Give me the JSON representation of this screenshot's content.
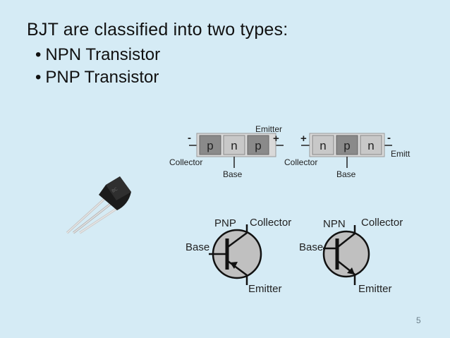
{
  "slide": {
    "heading": "BJT are classified into two types:",
    "bullets": [
      "NPN Transistor",
      "PNP Transistor"
    ],
    "page_number": "5"
  },
  "structure_diagrams": {
    "pnp": {
      "layers": [
        "p",
        "n",
        "p"
      ],
      "left_sign": "-",
      "right_sign": "+",
      "emitter_label": "Emitter",
      "collector_label": "Collector",
      "base_label": "Base"
    },
    "npn": {
      "layers": [
        "n",
        "p",
        "n"
      ],
      "left_sign": "+",
      "right_sign": "-",
      "emitter_label": "Emitt",
      "collector_label": "Collector",
      "base_label": "Base"
    }
  },
  "symbols": {
    "pnp": {
      "type": "PNP",
      "collector": "Collector",
      "base": "Base",
      "emitter": "Emitter"
    },
    "npn": {
      "type": "NPN",
      "collector": "Collector",
      "base": "Base",
      "emitter": "Emitter"
    }
  },
  "colors": {
    "background": "#d5ebf5",
    "layer_dark": "#8a8a8a",
    "layer_light": "#c8c8c8",
    "symbol_fill": "#c0c0c0"
  }
}
